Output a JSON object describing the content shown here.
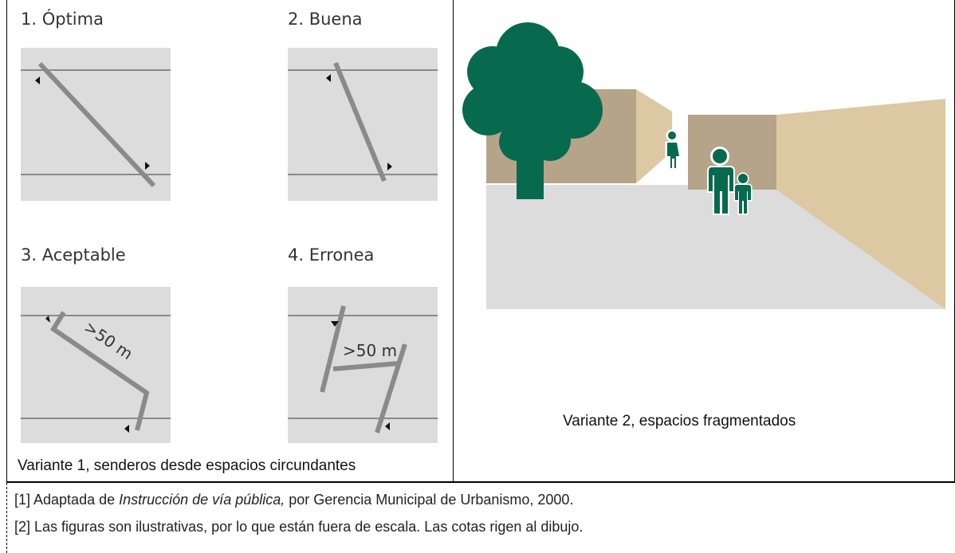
{
  "panels": {
    "optima": {
      "title": "1. Óptima"
    },
    "buena": {
      "title": "2. Buena"
    },
    "aceptable": {
      "title": "3. Aceptable",
      "distance_label": ">50 m"
    },
    "erronea": {
      "title": "4. Erronea",
      "distance_label": ">50 m"
    }
  },
  "captions": {
    "left": "Variante 1, senderos desde espacios circundantes",
    "right": "Variante 2, espacios fragmentados"
  },
  "notes": {
    "note1_prefix": "[1] Adaptada de ",
    "note1_italic": "Instrucción de vía pública,",
    "note1_suffix": " por Gerencia Municipal de Urbanismo, 2000.",
    "note2": "[2] Las figuras son ilustrativas, por lo que están fuera de escala. Las cotas rigen al dibujo."
  },
  "colors": {
    "panel_bg": "#dcdcdc",
    "path_gray": "#8a8a8a",
    "tree_green": "#07694e",
    "wall_brown": "#b5a48a",
    "wall_light": "#dcc8a2",
    "ground": "#dcdcdc",
    "figure_green": "#07694e"
  }
}
